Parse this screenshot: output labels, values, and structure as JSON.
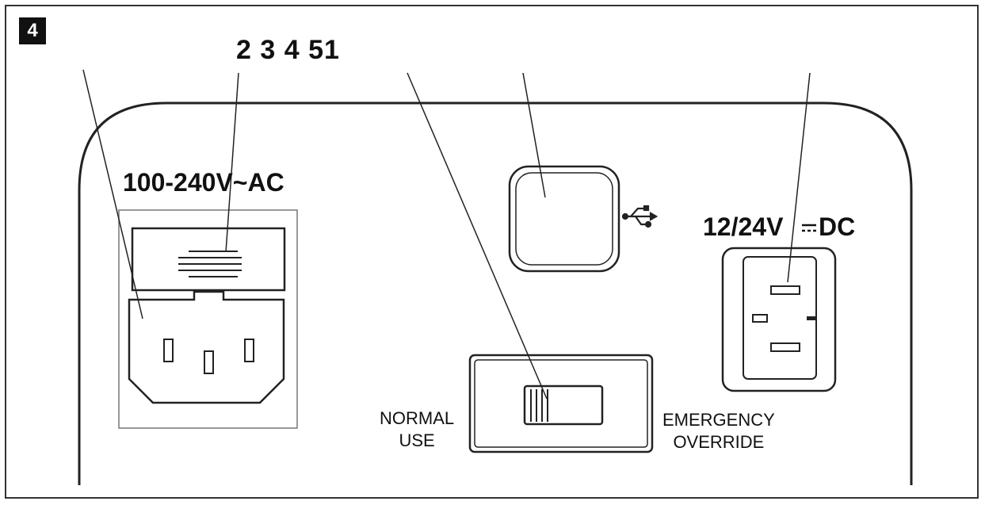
{
  "figure": {
    "badge": "4",
    "callouts": "2 3 4 51",
    "ac_label": "100-240V~AC",
    "dc_label_prefix": "12/24V",
    "dc_label_suffix": "DC",
    "normal_use_line1": "NORMAL",
    "normal_use_line2": "USE",
    "emergency_line1": "EMERGENCY",
    "emergency_line2": "OVERRIDE",
    "icons": [
      "usb-icon",
      "dc-symbol-icon"
    ]
  }
}
